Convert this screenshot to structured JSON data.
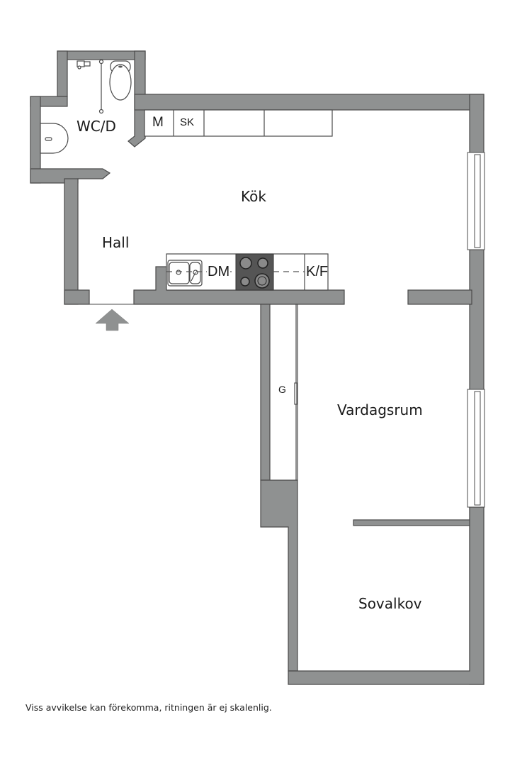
{
  "plan": {
    "colors": {
      "wall": "#8f9191",
      "wall_stroke": "#4a4a4a",
      "hob": "#555555"
    },
    "rooms": {
      "wc": "WC/D",
      "kitchen": "Kök",
      "hall": "Hall",
      "living": "Vardagsrum",
      "bedroom": "Sovalkov"
    },
    "appliances": {
      "microwave": "M",
      "cabinet": "SK",
      "dishwasher": "DM",
      "fridge_freezer": "K/F",
      "wardrobe": "G"
    },
    "entrance_icon": "arrow-up-icon"
  },
  "footer": {
    "disclaimer": "Viss avvikelse kan förekomma, ritningen är ej skalenlig."
  }
}
